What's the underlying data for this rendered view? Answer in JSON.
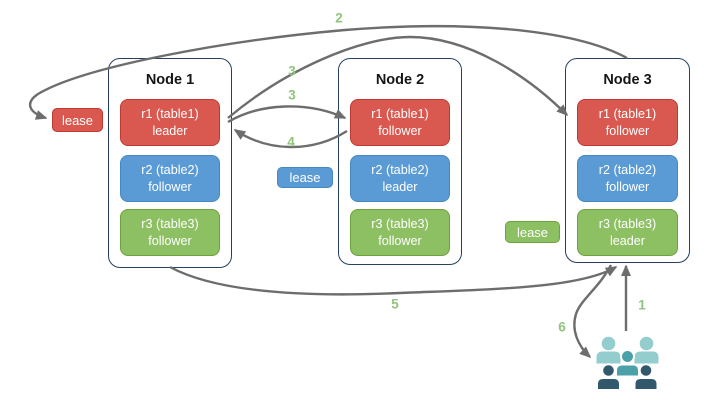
{
  "diagram": {
    "nodes": [
      {
        "title": "Node 1",
        "replicas": [
          {
            "name": "r1 (table1)",
            "role": "leader",
            "color": "red"
          },
          {
            "name": "r2 (table2)",
            "role": "follower",
            "color": "blue"
          },
          {
            "name": "r3 (table3)",
            "role": "follower",
            "color": "green"
          }
        ]
      },
      {
        "title": "Node 2",
        "replicas": [
          {
            "name": "r1 (table1)",
            "role": "follower",
            "color": "red"
          },
          {
            "name": "r2 (table2)",
            "role": "leader",
            "color": "blue"
          },
          {
            "name": "r3 (table3)",
            "role": "follower",
            "color": "green"
          }
        ]
      },
      {
        "title": "Node 3",
        "replicas": [
          {
            "name": "r1 (table1)",
            "role": "follower",
            "color": "red"
          },
          {
            "name": "r2 (table2)",
            "role": "follower",
            "color": "blue"
          },
          {
            "name": "r3 (table3)",
            "role": "leader",
            "color": "green"
          }
        ]
      }
    ],
    "leases": [
      {
        "label": "lease",
        "color": "red"
      },
      {
        "label": "lease",
        "color": "blue"
      },
      {
        "label": "lease",
        "color": "green"
      }
    ],
    "step_labels": {
      "s1": "1",
      "s2": "2",
      "s3a": "3",
      "s3b": "3",
      "s4": "4",
      "s5": "5",
      "s6": "6"
    },
    "arrows": [
      {
        "step": "1",
        "from": "users",
        "to": "node3-bottom"
      },
      {
        "step": "2",
        "from": "node3-top",
        "to": "lease-r1-node1"
      },
      {
        "step": "3",
        "from": "r1-leader-node1",
        "to": "r1-follower-node3"
      },
      {
        "step": "3",
        "from": "r1-leader-node1",
        "to": "r1-follower-node2"
      },
      {
        "step": "4",
        "from": "r1-follower-node2",
        "to": "r1-leader-node1"
      },
      {
        "step": "5",
        "from": "node1-bottom",
        "to": "node3-bottom"
      },
      {
        "step": "6",
        "from": "node3-bottom",
        "to": "users"
      }
    ],
    "colors": {
      "red_fill": "#d9584f",
      "red_border": "#c13a31",
      "blue_fill": "#5b9bd5",
      "blue_border": "#4688c0",
      "green_fill": "#8dbf63",
      "green_border": "#6da23e",
      "node_border": "#26415f",
      "arrow": "#6d6d6d",
      "step_label": "#8fc47c",
      "users_light": "#93cdcd",
      "users_mid": "#4aa1a8",
      "users_dark": "#31596b"
    }
  }
}
